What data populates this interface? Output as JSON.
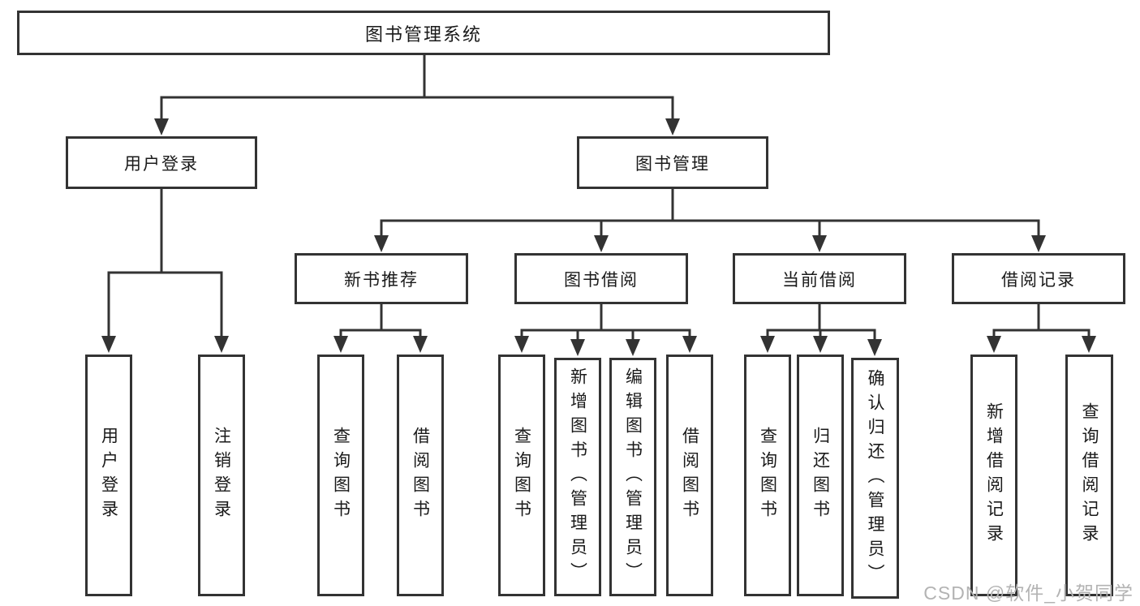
{
  "diagram": {
    "root": {
      "label": "图书管理系统"
    },
    "user_login": {
      "label": "用户登录",
      "children": [
        {
          "label": "用户登录"
        },
        {
          "label": "注销登录"
        }
      ]
    },
    "book_management": {
      "label": "图书管理",
      "children": [
        {
          "label": "新书推荐",
          "children": [
            {
              "label": "查询图书"
            },
            {
              "label": "借阅图书"
            }
          ]
        },
        {
          "label": "图书借阅",
          "children": [
            {
              "label": "查询图书"
            },
            {
              "label": "新增图书（管理员）"
            },
            {
              "label": "编辑图书（管理员）"
            },
            {
              "label": "借阅图书"
            }
          ]
        },
        {
          "label": "当前借阅",
          "children": [
            {
              "label": "查询图书"
            },
            {
              "label": "归还图书"
            },
            {
              "label": "确认归还（管理员）"
            }
          ]
        },
        {
          "label": "借阅记录",
          "children": [
            {
              "label": "新增借阅记录"
            },
            {
              "label": "查询借阅记录"
            }
          ]
        }
      ]
    }
  },
  "watermark": {
    "text": "CSDN @软件_小贺同学",
    "color": "#b3b3b3"
  },
  "colors": {
    "line": "#333333",
    "box_border": "#333333",
    "box_background": "#ffffff",
    "text": "#1a1a1a",
    "page_background": "#ffffff"
  }
}
